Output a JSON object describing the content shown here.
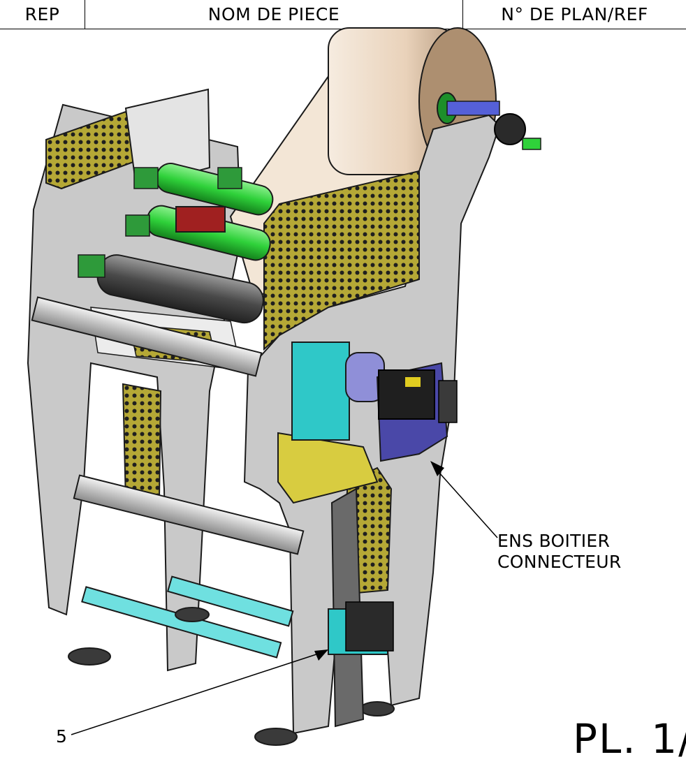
{
  "bom_header": {
    "columns": [
      {
        "label": "REP"
      },
      {
        "label": "NOM DE PIECE"
      },
      {
        "label": "N° DE PLAN/REF"
      }
    ]
  },
  "callouts": {
    "connector_box_line1": "ENS BOITIER",
    "connector_box_line2": "CONNECTEUR",
    "item_number": "5"
  },
  "sheet_label": "PL. 1/",
  "colors": {
    "frame": "#c9c9c9",
    "mesh_guard": "#b5a836",
    "roll": "#ecd9c3",
    "green_roller": "#2fd13a",
    "dark_roller": "#4a4a4a",
    "motor_bracket": "#4a48a8",
    "teal_part": "#2fc8c8",
    "red_part": "#a02020"
  }
}
